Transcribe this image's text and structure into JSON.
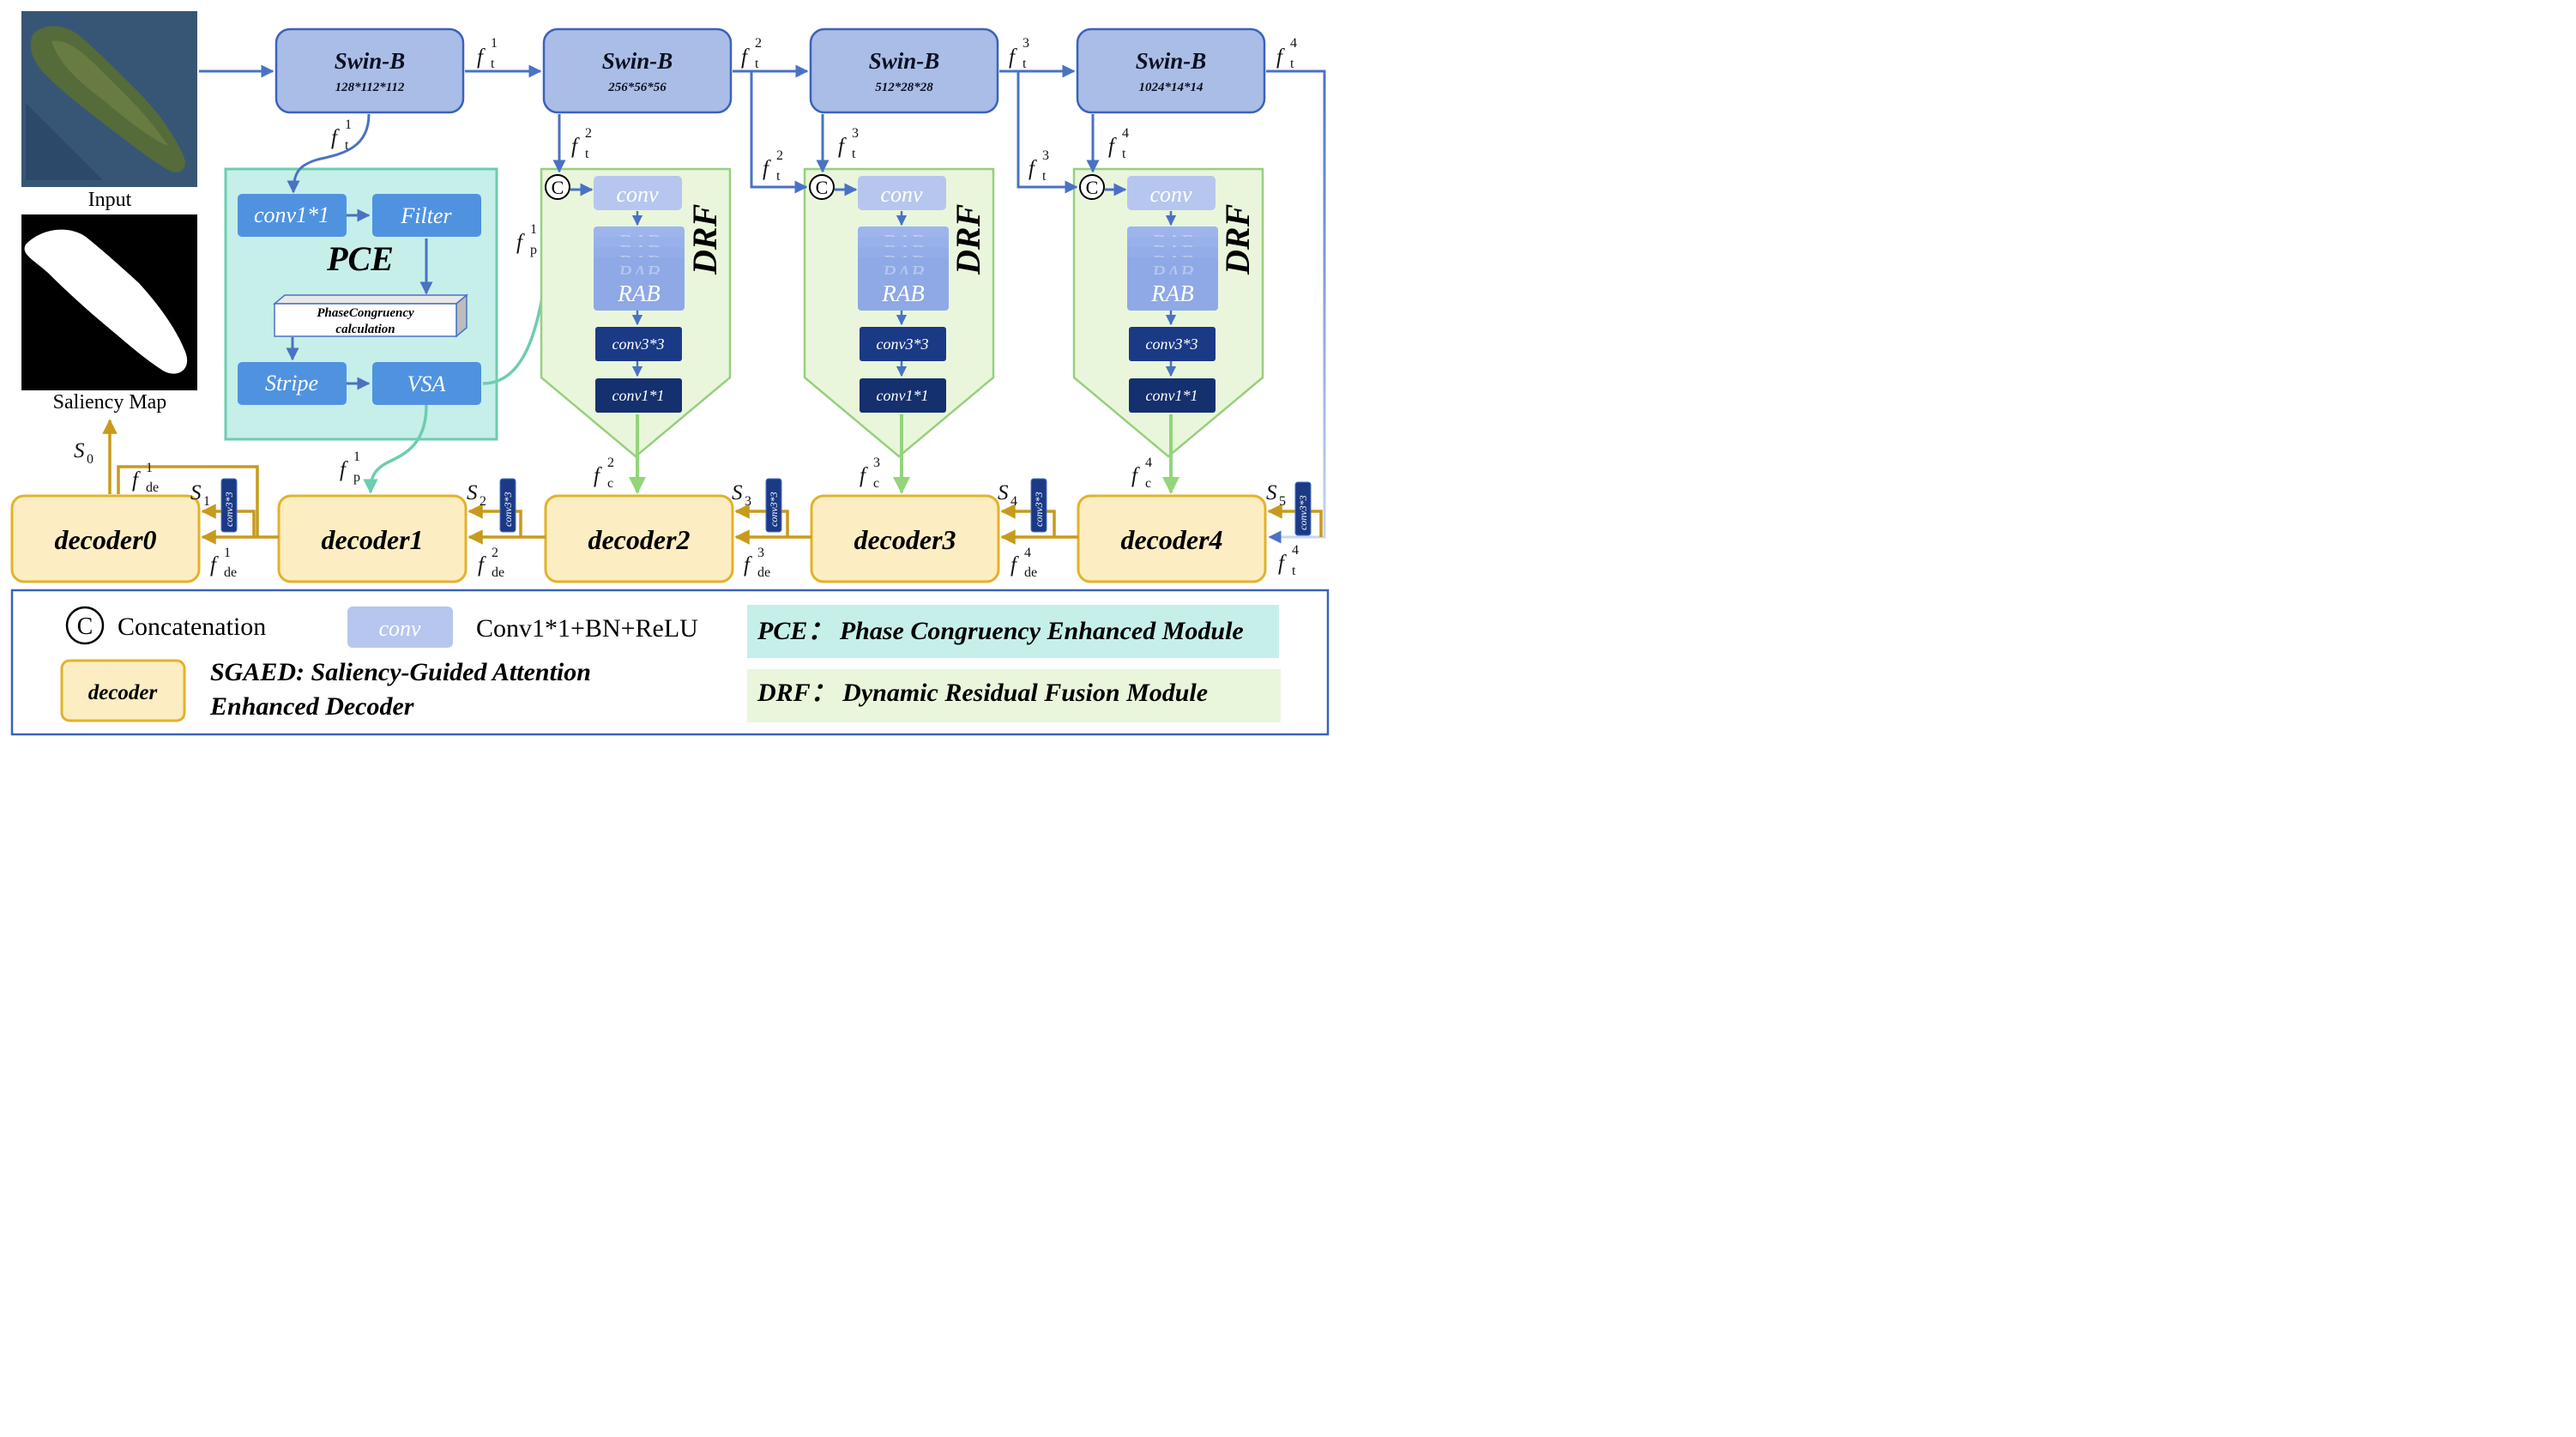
{
  "images": {
    "input_label": "Input",
    "saliency_label": "Saliency Map"
  },
  "encoder": [
    {
      "title": "Swin-B",
      "dims": "128*112*112"
    },
    {
      "title": "Swin-B",
      "dims": "256*56*56"
    },
    {
      "title": "Swin-B",
      "dims": "512*28*28"
    },
    {
      "title": "Swin-B",
      "dims": "1024*14*14"
    }
  ],
  "pce": {
    "title": "PCE",
    "conv": "conv1*1",
    "filter": "Filter",
    "phase_line1": "PhaseCongruency",
    "phase_line2": "calculation",
    "stripe": "Stripe",
    "vsa": "VSA"
  },
  "drf": {
    "title": "DRF",
    "concat_symbol": "C",
    "conv": "conv",
    "rab": "RAB",
    "rab_back": "RAB",
    "conv3": "conv3*3",
    "conv1": "conv1*1"
  },
  "symbols": {
    "f": "f",
    "sub_t": "t",
    "sub_p": "p",
    "sub_c": "c",
    "sub_de": "de",
    "s": "S",
    "n0": "0",
    "n1": "1",
    "n2": "2",
    "n3": "3",
    "n4": "4",
    "n5": "5"
  },
  "decoders": [
    "decoder0",
    "decoder1",
    "decoder2",
    "decoder3",
    "decoder4"
  ],
  "side_conv": "conv3*3",
  "legend": {
    "concat_symbol": "C",
    "concat": "Concatenation",
    "conv_box": "conv",
    "conv_desc": "Conv1*1+BN+ReLU",
    "decoder_box": "decoder",
    "sgaed_line1": "SGAED: Saliency-Guided Attention",
    "sgaed_line2": "Enhanced Decoder",
    "pce_desc": "PCE： Phase Congruency Enhanced Module",
    "drf_desc": "DRF： Dynamic Residual Fusion Module"
  },
  "colors": {
    "swin_fill": "#aabde7",
    "swin_stroke": "#3b62ba",
    "arrow_blue": "#4a72c4",
    "pce_bg": "#c6efea",
    "pce_box": "#4f93e0",
    "drf_bg": "#e9f6dc",
    "drf_stroke": "#98cf7e",
    "conv_light": "#b6c6ee",
    "rab": "#8fa9e6",
    "dark_box": "#1b3a86",
    "decoder_fill": "#fdedc2",
    "decoder_stroke": "#e2b22a",
    "path_gold": "#c89a1c",
    "teal": "#6ccdb0"
  }
}
